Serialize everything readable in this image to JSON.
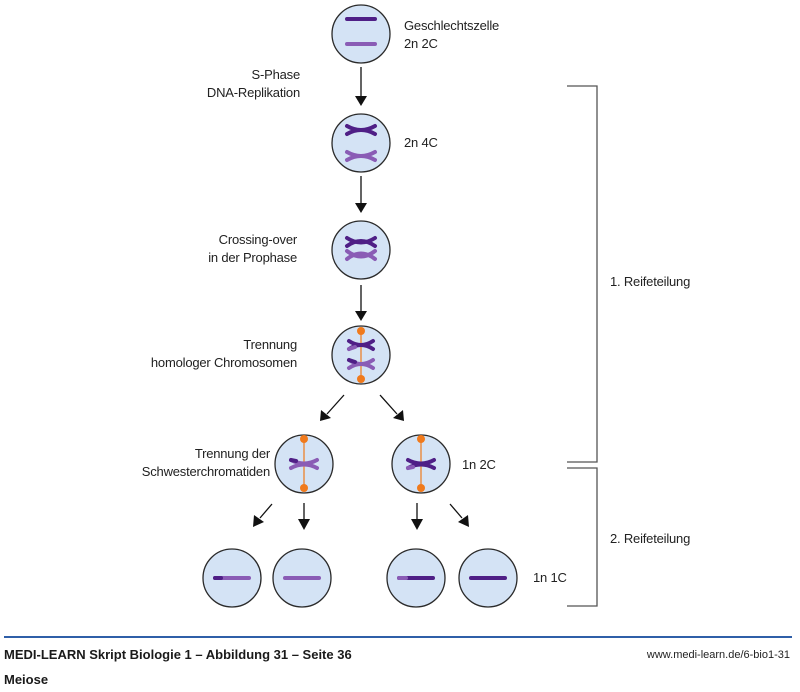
{
  "colors": {
    "cell_fill": "#d4e3f5",
    "cell_stroke": "#2a2a2a",
    "chromosome_dark": "#4f1f86",
    "chromosome_light": "#8a5cb5",
    "spindle": "#f07a1c",
    "arrow": "#111111",
    "bracket": "#555555",
    "footer_line": "#2f5fa8"
  },
  "labels": {
    "cell1_name": "Geschlechtszelle",
    "cell1_ploidy": "2n 2C",
    "sphase_line1": "S-Phase",
    "sphase_line2": "DNA-Replikation",
    "cell2_ploidy": "2n 4C",
    "crossing_line1": "Crossing-over",
    "crossing_line2": "in der Prophase",
    "trennung_line1": "Trennung",
    "trennung_line2": "homologer Chromosomen",
    "schwester_line1": "Trennung der",
    "schwester_line2": "Schwesterchromatiden",
    "cell5_ploidy": "1n 2C",
    "cell6_ploidy": "1n 1C",
    "bracket1": "1. Reifeteilung",
    "bracket2": "2. Reifeteilung"
  },
  "footer": {
    "title": "MEDI-LEARN Skript Biologie 1 – Abbildung 31 – Seite 36",
    "subtitle": "Meiose",
    "url": "www.medi-learn.de/6-bio1-31"
  }
}
